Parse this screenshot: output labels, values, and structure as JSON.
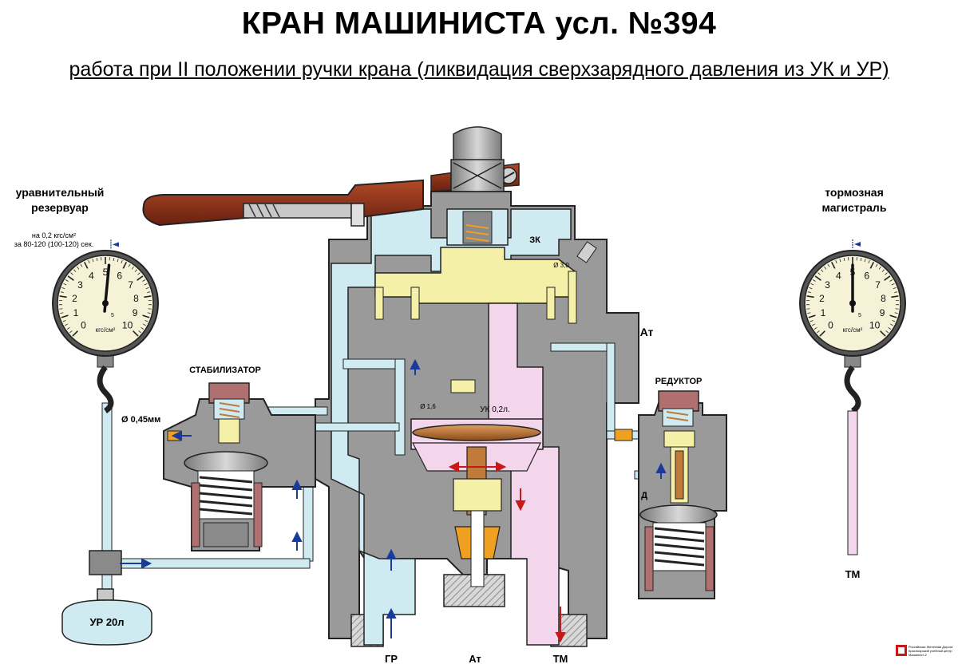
{
  "title": "КРАН МАШИНИСТА усл. №394",
  "subtitle": "работа при II положении ручки крана (ликвидация сверхзарядного давления из УК и УР)",
  "left_gauge": {
    "heading_line1": "уравнительный",
    "heading_line2": "резервуар",
    "note_line1": "на 0,2 кгс/см²",
    "note_line2": "за 80-120 (100-120) сек.",
    "unit": "кгс/см²",
    "scale": [
      "0",
      "1",
      "2",
      "3",
      "4",
      "5",
      "6",
      "7",
      "8",
      "9",
      "10"
    ],
    "sub_mark": "5",
    "reading": 5.2
  },
  "right_gauge": {
    "heading_line1": "тормозная",
    "heading_line2": "магистраль",
    "unit": "кгс/см²",
    "scale": [
      "0",
      "1",
      "2",
      "3",
      "4",
      "5",
      "6",
      "7",
      "8",
      "9",
      "10"
    ],
    "sub_mark": "5",
    "reading": 5.0
  },
  "labels": {
    "stabilizer": "СТАБИЛИЗАТОР",
    "reducer": "РЕДУКТОР",
    "orifice_045": "Ø 0,45мм",
    "zk": "ЗК",
    "d30": "Ø 3,0",
    "d16": "Ø 1,6",
    "uk": "УК 0,2л.",
    "at_side": "Ат",
    "d_mark": "Д",
    "tank": "УР 20л",
    "tm_side": "ТМ",
    "bottom_gr": "ГР",
    "bottom_at": "Ат",
    "bottom_tm": "ТМ",
    "footer_line1": "Российская Железная Дорога",
    "footer_line2": "Красноярский учебный центр",
    "footer_line3": "Машинист-2"
  },
  "colors": {
    "body_gray": "#9a9a9a",
    "body_gray_dark": "#6e6e6e",
    "channel_blue": "#cfeaf0",
    "zk_yellow": "#f4f0a8",
    "tm_pink": "#f3d6ec",
    "handle_brown": "#8a3018",
    "valve_copper": "#c07a3a",
    "valve_orange": "#f0a020",
    "arrow_blue": "#1a3a9a",
    "arrow_red": "#c81818"
  }
}
